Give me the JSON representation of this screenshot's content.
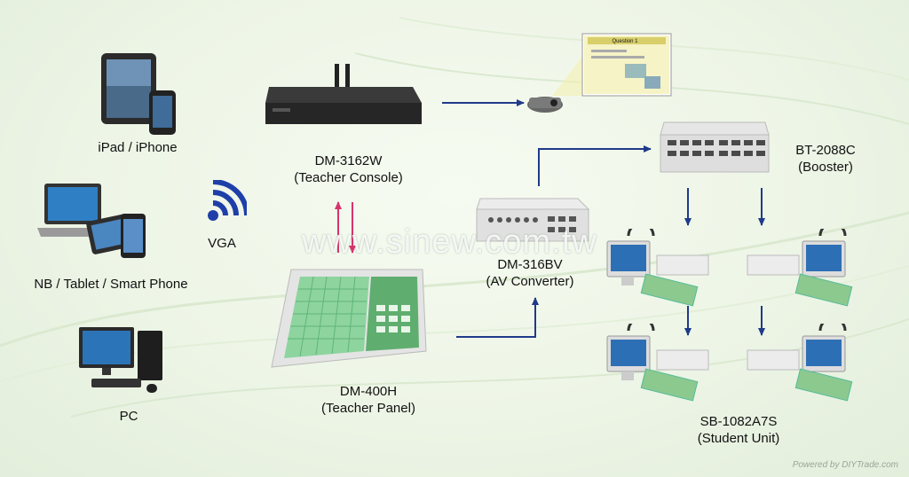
{
  "devices": {
    "ipad": {
      "label": "iPad / iPhone"
    },
    "nb": {
      "label": "NB / Tablet / Smart Phone"
    },
    "pc": {
      "label": "PC"
    },
    "vga": {
      "label": "VGA"
    },
    "console": {
      "model": "DM-3162W",
      "desc": "(Teacher Console)"
    },
    "panel": {
      "model": "DM-400H",
      "desc": "(Teacher Panel)"
    },
    "converter": {
      "model": "DM-316BV",
      "desc": "(AV Converter)"
    },
    "booster": {
      "model": "BT-2088C",
      "desc": "(Booster)"
    },
    "student": {
      "model": "SB-1082A7S",
      "desc": "(Student Unit)"
    }
  },
  "screen": {
    "title": "Question 1"
  },
  "watermark": "www.sinew.com.tw",
  "footer": "Powered by DIYTrade.com",
  "colors": {
    "arrow": "#1f3a8a",
    "sync_arrow": "#d6336c",
    "background": "#eef6e8"
  }
}
